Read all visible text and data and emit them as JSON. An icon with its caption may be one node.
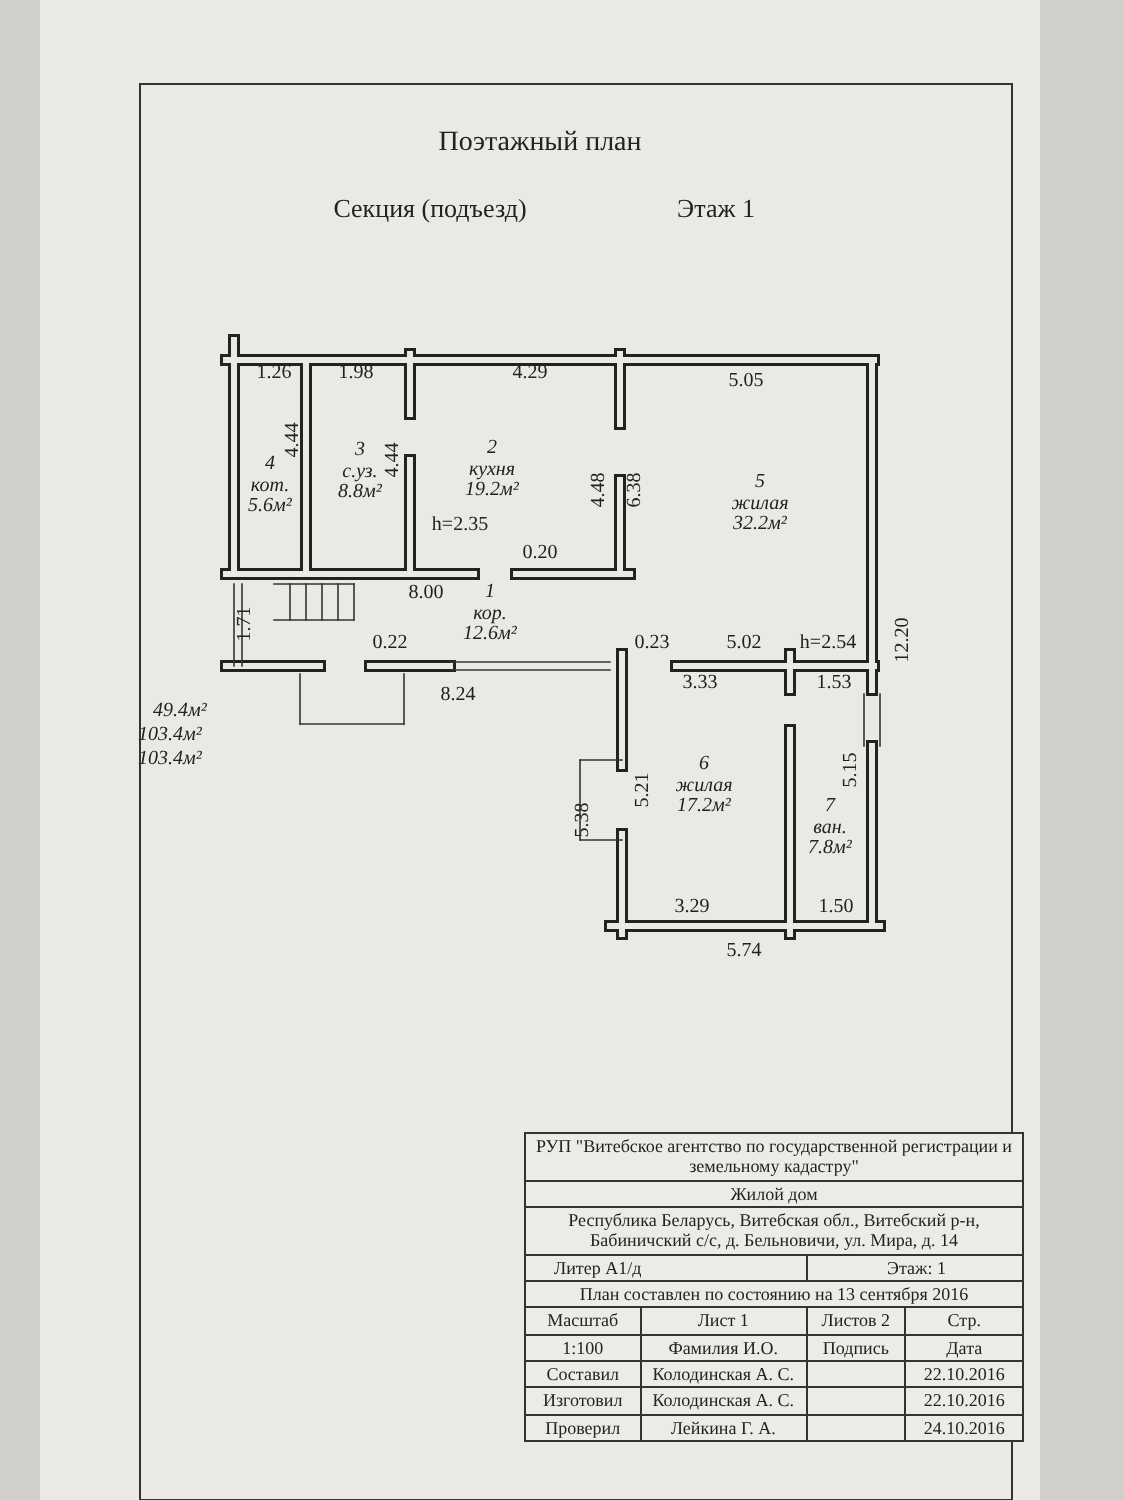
{
  "diagram": {
    "title": "Поэтажный план",
    "nodes": [
      {
        "text": [
          "4",
          "кот.",
          "5.6м²"
        ]
      },
      {
        "text": [
          "3",
          "с.уз.",
          "8.8м²"
        ]
      },
      {
        "text": [
          "2",
          "кухня",
          "19.2м²"
        ]
      },
      {
        "text": [
          "5",
          "жилая",
          "32.2м²"
        ]
      },
      {
        "text": [
          "1",
          "кор.",
          "12.6м²"
        ]
      },
      {
        "text": [
          "6",
          "жилая",
          "17.2м²"
        ]
      },
      {
        "text": [
          "7",
          "ван.",
          "7.8м²"
        ]
      }
    ],
    "labels": [
      "Секция (подъезд)",
      "Этаж 1",
      "1.26",
      "1.98",
      "4.29",
      "5.05",
      "4.44",
      "4.44",
      "4.48",
      "6.38",
      "h=2.35",
      "0.20",
      "8.00",
      "1.71",
      "0.22",
      "0.23",
      "5.02",
      "h=2.54",
      "12.20",
      "3.33",
      "1.53",
      "8.24",
      "49.4м²",
      "103.4м²",
      "103.4м²",
      "5.38",
      "5.21",
      "5.15",
      "3.29",
      "1.50",
      "5.74",
      "РУП \"Витебское агентство по государственной регистрации и земельному кадастру\"",
      "Жилой дом",
      "Республика Беларусь, Витебская обл., Витебский р-н, Бабиничский с/с, д. Бельновичи, ул. Мира, д. 14",
      "Литер А1/д",
      "Этаж: 1",
      "План составлен по состоянию на 13 сентября 2016",
      "Масштаб",
      "Лист 1",
      "Листов 2",
      "Стр.",
      "1:100",
      "Фамилия И.О.",
      "Подпись",
      "Дата",
      "Составил",
      "Колодинская А. С.",
      "22.10.2016",
      "Изготовил",
      "Колодинская А. С.",
      "22.10.2016",
      "Проверил",
      "Лейкина Г. А.",
      "24.10.2016"
    ]
  }
}
